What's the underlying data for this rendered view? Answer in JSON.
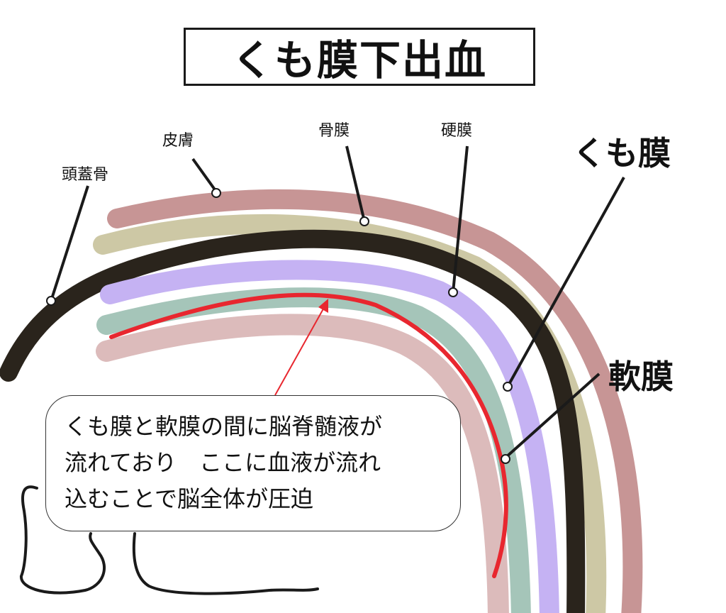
{
  "title": "くも膜下出血",
  "labels": {
    "skull": "頭蓋骨",
    "skin": "皮膚",
    "periosteum": "骨膜",
    "dura": "硬膜",
    "arachnoid": "くも膜",
    "pia": "軟膜"
  },
  "callout": {
    "line1": "くも膜と軟膜の間に脳脊髄液が",
    "line2": "流れており　ここに血液が流れ",
    "line3": "込むことで脳全体が圧迫"
  },
  "colors": {
    "skin": "#c79595",
    "periosteum": "#cdc8a5",
    "skull": "#2a241c",
    "arachnoid": "#c5b2f3",
    "csf": "#a5c5b9",
    "pia": "#dcbbbb",
    "hemorrhage": "#e8272f",
    "pointer": "#e8272f"
  }
}
